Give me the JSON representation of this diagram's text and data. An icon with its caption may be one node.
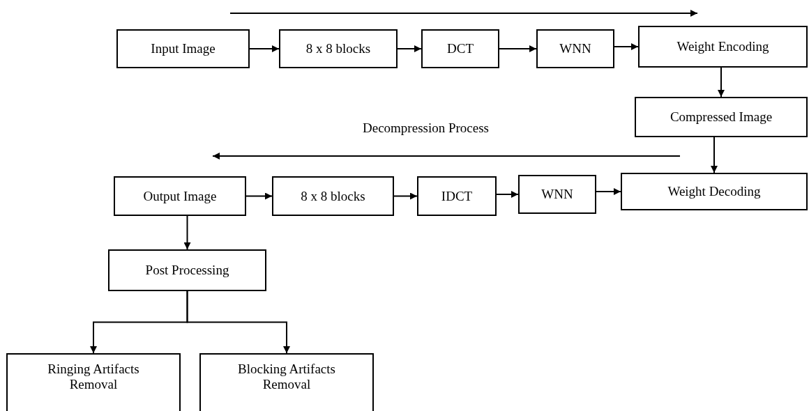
{
  "diagram": {
    "nodes": [
      {
        "text": [
          "Input Image"
        ]
      },
      {
        "text": [
          "8 x 8 blocks"
        ]
      },
      {
        "text": [
          "DCT"
        ]
      },
      {
        "text": [
          "WNN"
        ]
      },
      {
        "text": [
          "Weight Encoding"
        ]
      },
      {
        "text": [
          "Compressed Image"
        ]
      },
      {
        "text": [
          "Output Image"
        ]
      },
      {
        "text": [
          "8 x 8 blocks"
        ]
      },
      {
        "text": [
          "IDCT"
        ]
      },
      {
        "text": [
          "WNN"
        ]
      },
      {
        "text": [
          "Weight Decoding"
        ]
      },
      {
        "text": [
          "Post Processing"
        ]
      },
      {
        "text": [
          "Ringing Artifacts Removal"
        ]
      },
      {
        "text": [
          "Blocking Artifacts Removal"
        ]
      }
    ],
    "edges": [
      {
        "from": 0,
        "to": 1,
        "arrow": "to"
      },
      {
        "from": 1,
        "to": 2,
        "arrow": "to"
      },
      {
        "from": 2,
        "to": 3,
        "arrow": "to"
      },
      {
        "from": 3,
        "to": 4,
        "arrow": "to"
      },
      {
        "from": 4,
        "to": 5,
        "arrow": "to"
      },
      {
        "from": 5,
        "to": 10,
        "arrow": "to"
      },
      {
        "from": 6,
        "to": 7,
        "arrow": "to"
      },
      {
        "from": 7,
        "to": 8,
        "arrow": "to"
      },
      {
        "from": 8,
        "to": 9,
        "arrow": "to"
      },
      {
        "from": 9,
        "to": 10,
        "arrow": "to"
      },
      {
        "from": 6,
        "to": 11,
        "arrow": "to"
      },
      {
        "from": 11,
        "to": 12,
        "arrow": "to"
      },
      {
        "from": 11,
        "to": 13,
        "arrow": "to"
      }
    ],
    "labels": [
      "Decompression Process"
    ]
  }
}
